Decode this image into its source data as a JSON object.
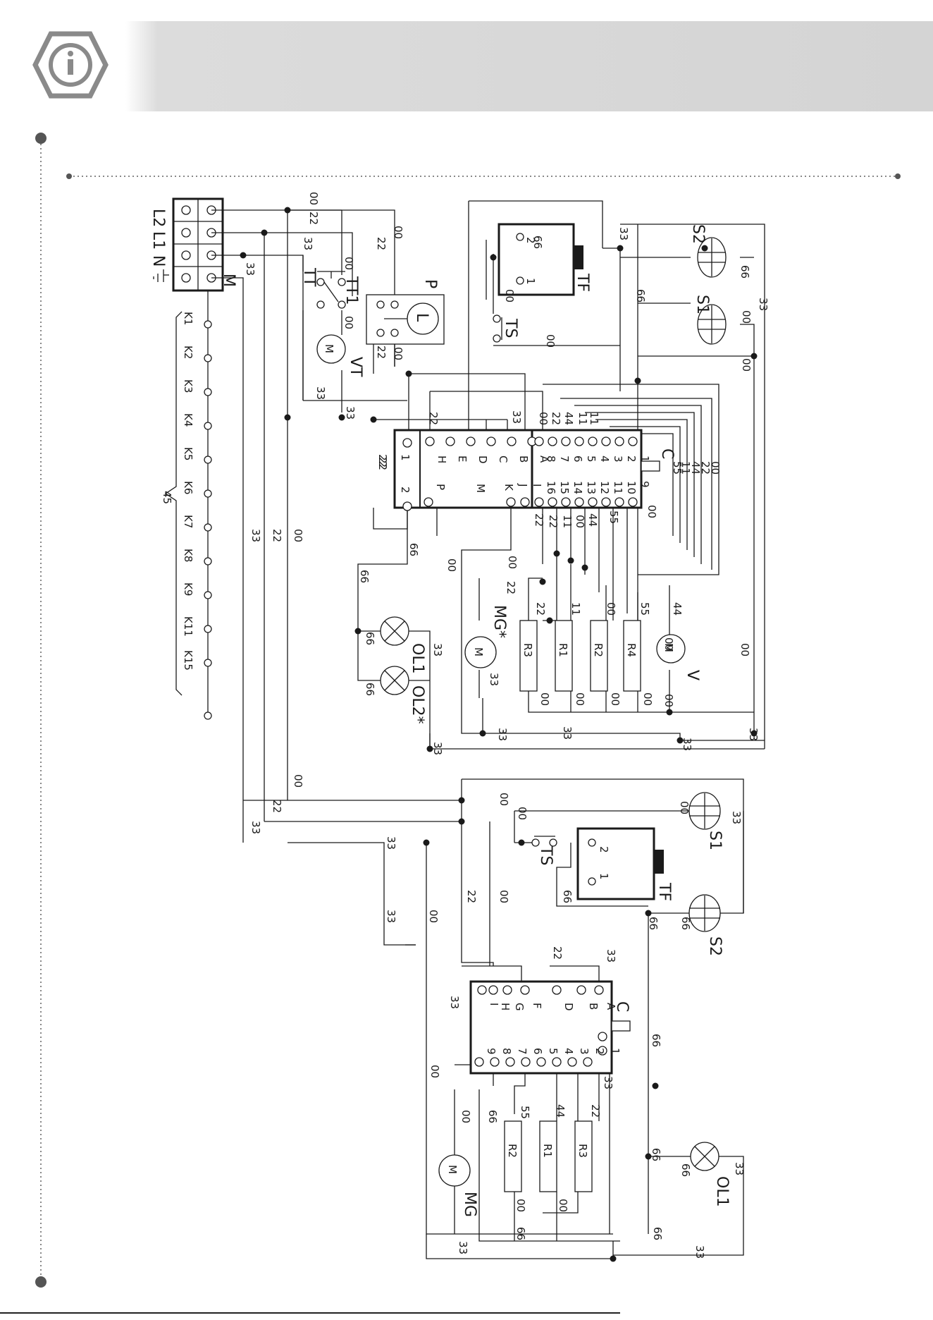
{
  "colors": {
    "header_band": "#d9d9d9",
    "line": "#1a1a1a",
    "rule_dots": "#888888",
    "icon": "#8a8a8a"
  },
  "icon": "info-icon",
  "terminal_block": {
    "labels": [
      "L2",
      "L1",
      "N",
      "M"
    ]
  },
  "ground_symbol": "ground-icon",
  "relay_bar": {
    "contacts": [
      "K1",
      "K2",
      "K3",
      "K4",
      "K5",
      "K6",
      "K7",
      "K8",
      "K9",
      "K11",
      "K15"
    ],
    "common": "45"
  },
  "top_diagram": {
    "components": {
      "tt": "TT",
      "tt1": "TT1",
      "vt": "VT",
      "motor_m": "M",
      "p": "P",
      "l": "L",
      "tf": "TF",
      "ts": "TS",
      "s1": "S1",
      "s2": "S2",
      "c": "C",
      "r1": "R1",
      "r2": "R2",
      "r3": "R3",
      "r4": "R4",
      "mg": "MG*",
      "v": "V",
      "ol1": "OL1",
      "ol2": "OL2*"
    },
    "connector_left_letters": [
      "H",
      "E",
      "D",
      "C",
      "B",
      "A"
    ],
    "connector_left_numbers": [
      "1",
      "2"
    ],
    "connector_bottom_letters": [
      "P",
      "M",
      "K",
      "J",
      "I"
    ],
    "connector_pins_upper": [
      "8",
      "7",
      "6",
      "5",
      "4",
      "3",
      "2",
      "1"
    ],
    "connector_pins_lower": [
      "16",
      "15",
      "14",
      "13",
      "12",
      "11",
      "10",
      "9"
    ],
    "tf_pins": [
      "2",
      "1"
    ],
    "wire_codes": [
      "00",
      "11",
      "22",
      "33",
      "44",
      "55",
      "66"
    ]
  },
  "bottom_diagram": {
    "components": {
      "tf": "TF",
      "ts": "TS",
      "s1": "S1",
      "s2": "S2",
      "c": "C",
      "r1": "R1",
      "r2": "R2",
      "r3": "R3",
      "mg": "MG",
      "ol1": "OL1"
    },
    "connector_letters": [
      "I",
      "H",
      "G",
      "F",
      "D",
      "B",
      "A"
    ],
    "connector_numbers": [
      "9",
      "8",
      "7",
      "6",
      "5",
      "4",
      "3",
      "2",
      "1"
    ],
    "tf_pins": [
      "2",
      "1"
    ]
  }
}
